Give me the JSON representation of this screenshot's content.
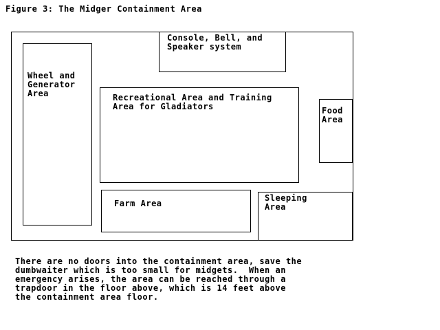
{
  "figure": {
    "title": "Figure 3: The Midger Containment Area"
  },
  "areas": {
    "wheel": "Wheel and\nGenerator\nArea",
    "console": "Console, Bell, and\nSpeaker system",
    "recreation": "Recreational Area and Training\nArea for Gladiators",
    "food": "Food\nArea",
    "farm": "Farm Area",
    "sleeping": "Sleeping\nArea"
  },
  "caption": {
    "text": "There are no doors into the containment area, save the\ndumbwaiter which is too small for midgets.  When an\nemergency arises, the area can be reached through a\ntrapdoor in the floor above, which is 14 feet above\nthe containment area floor."
  }
}
